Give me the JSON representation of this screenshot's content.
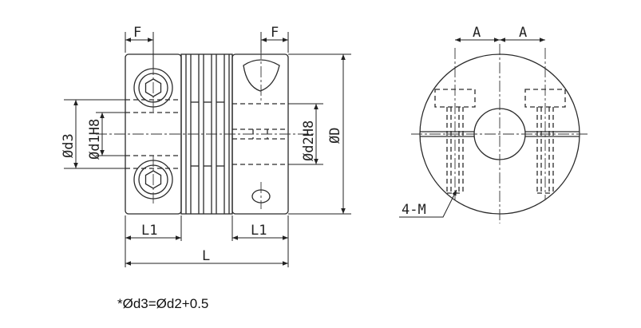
{
  "drawing": {
    "labels": {
      "F_left": "F",
      "F_right": "F",
      "d3": "Ød3",
      "d1": "Ød1H8",
      "d2": "Ød2H8",
      "D": "ØD",
      "L1_left": "L1",
      "L1_right": "L1",
      "L": "L",
      "A_left": "A",
      "A_right": "A",
      "M": "4-M"
    },
    "note": "*Ød3=Ød2+0.5",
    "colors": {
      "line": "#2a2a2a",
      "center": "#333333"
    }
  }
}
